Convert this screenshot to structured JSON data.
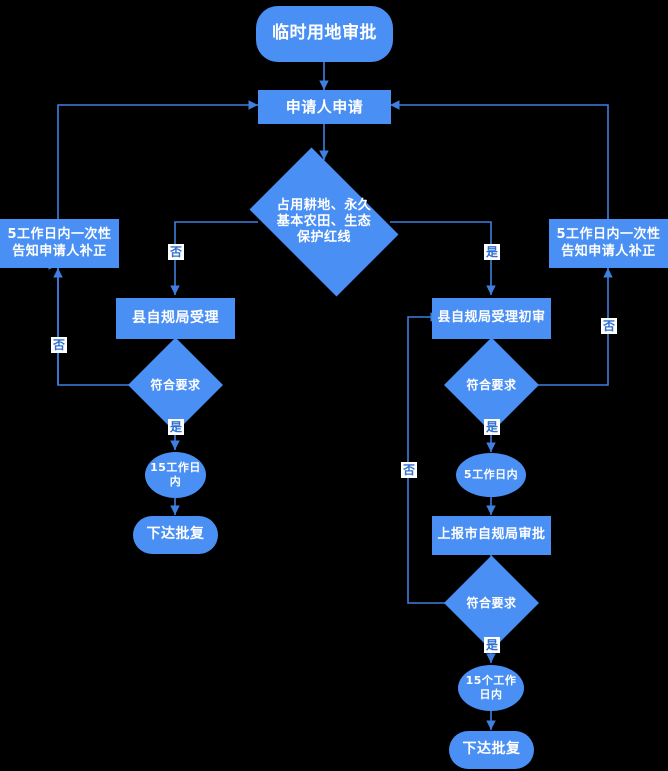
{
  "diagram": {
    "title": "临时用地审批",
    "theme": {
      "node_fill": "#4a90f4",
      "node_text": "#ffffff",
      "edge_color": "#3f7fe0",
      "background": "#000000",
      "label_bg": "#ffffff",
      "label_text": "#2f6fd0"
    }
  },
  "nodes": {
    "start": {
      "label": "临时用地审批",
      "shape": "round"
    },
    "apply": {
      "label": "申请人申请",
      "shape": "rect"
    },
    "decision_land": {
      "label": "占用耕地、永久基本农田、生态保护红线",
      "line1": "占用耕地、永久",
      "line2": "基本农田、生态",
      "line3": "保护红线",
      "shape": "diamond"
    },
    "notify_left": {
      "label": "5工作日内一次性告知申请人补正",
      "line1": "5工作日内一次性",
      "line2": "告知申请人补正",
      "shape": "rect"
    },
    "notify_right": {
      "label": "5工作日内一次性告知申请人补正",
      "line1": "5工作日内一次性",
      "line2": "告知申请人补正",
      "shape": "rect"
    },
    "county_accept": {
      "label": "县自规局受理",
      "shape": "rect"
    },
    "check_left": {
      "label": "符合要求",
      "shape": "diamond"
    },
    "days15_left": {
      "label": "15工作日内",
      "line1": "15工作日",
      "line2": "内",
      "shape": "ellipse"
    },
    "reply_left": {
      "label": "下达批复",
      "shape": "round"
    },
    "county_accept_review": {
      "label": "县自规局受理初审",
      "shape": "rect"
    },
    "check_right": {
      "label": "符合要求",
      "shape": "diamond"
    },
    "days5_right": {
      "label": "5工作日内",
      "shape": "ellipse"
    },
    "city_report": {
      "label": "上报市自规局审批",
      "shape": "rect"
    },
    "check_city": {
      "label": "符合要求",
      "shape": "diamond"
    },
    "days15_right": {
      "label": "15个工作日内",
      "line1": "15个工作",
      "line2": "日内",
      "shape": "ellipse"
    },
    "reply_right": {
      "label": "下达批复",
      "shape": "round"
    }
  },
  "edge_labels": {
    "no_to_left_branch": "否",
    "yes_to_right_branch": "是",
    "no_left_check": "否",
    "yes_left_check": "是",
    "no_right_check": "否",
    "yes_right_check": "是",
    "no_city_check": "否",
    "yes_city_check": "是"
  }
}
